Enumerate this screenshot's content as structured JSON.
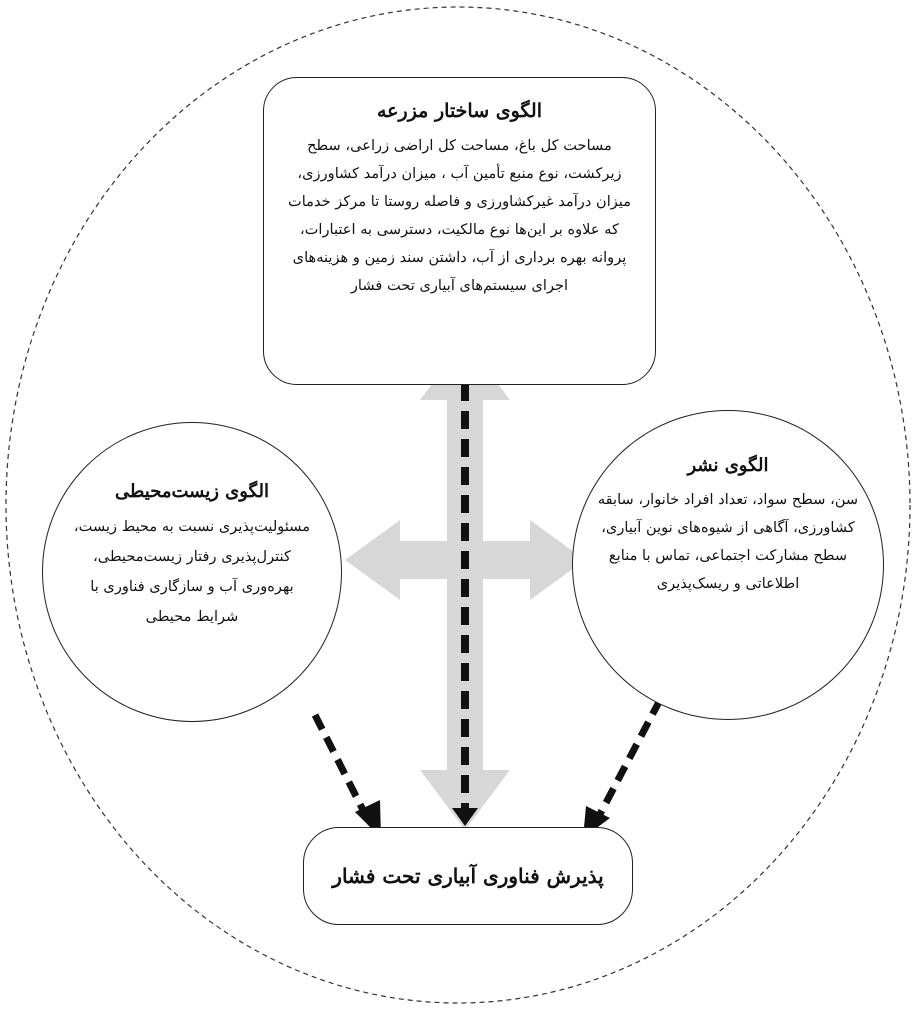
{
  "farm_structure": {
    "title": "الگوی ساختار مزرعه",
    "body": "مساحت کل باغ، مساحت کل اراضی زراعی، سطح زیرکشت، نوع منبع تأمین آب ، میزان درآمد کشاورزی، میزان درآمد غیرکشاورزی و فاصله روستا تا مرکز خدمات که علاوه بر این‌ها نوع مالکیت، دسترسی به اعتبارات، پروانه بهره برداری از آب، داشتن سند زمین و هزینه‌های اجرای سیستم‌های آبیاری تحت فشار"
  },
  "environmental": {
    "title": "الگوی زیست‌محیطی",
    "body": "مسئولیت‌پذیری نسبت به محیط زیست، کنترل‌پذیری رفتار زیست‌محیطی، بهره‌وری آب و سازگاری فناوری با شرایط محیطی"
  },
  "extension": {
    "title": "الگوی نشر",
    "body": "سن، سطح سواد، تعداد افراد خانوار، سابقه کشاورزی، آگاهی از شیوه‌های نوین آبیاری، سطح مشارکت اجتماعی، تماس با منابع اطلاعاتی و ریسک‌پذیری"
  },
  "adoption": {
    "title": "پذیرش فناوری آبیاری تحت فشار"
  },
  "colors": {
    "stroke": "#222222",
    "arrow_fill": "#d7d7d7",
    "dashed_arrow": "#111111"
  }
}
